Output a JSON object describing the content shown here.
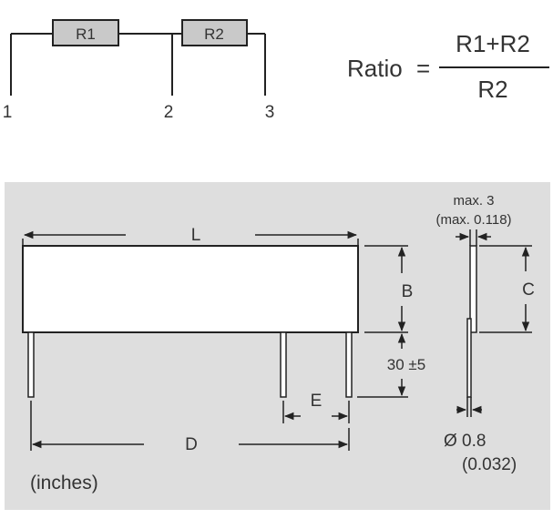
{
  "circuit": {
    "resistor_1": "R1",
    "resistor_2": "R2",
    "terminal_1": "1",
    "terminal_2": "2",
    "terminal_3": "3"
  },
  "formula": {
    "label": "Ratio",
    "equals": "=",
    "numerator": "R1+R2",
    "denominator": "R2"
  },
  "drawing": {
    "dim_L": "L",
    "dim_B": "B",
    "dim_C": "C",
    "dim_D": "D",
    "dim_E": "E",
    "lead_length": "30 ±5",
    "max_thickness": "max. 3",
    "max_thickness_inches": "(max. 0.118)",
    "lead_diameter": "Ø 0.8",
    "lead_diameter_inches": "(0.032)",
    "units_note": "(inches)"
  },
  "colors": {
    "resistor_fill": "#c9c9c9",
    "panel_bg": "#dedede",
    "line": "#222222",
    "text": "#333333"
  }
}
